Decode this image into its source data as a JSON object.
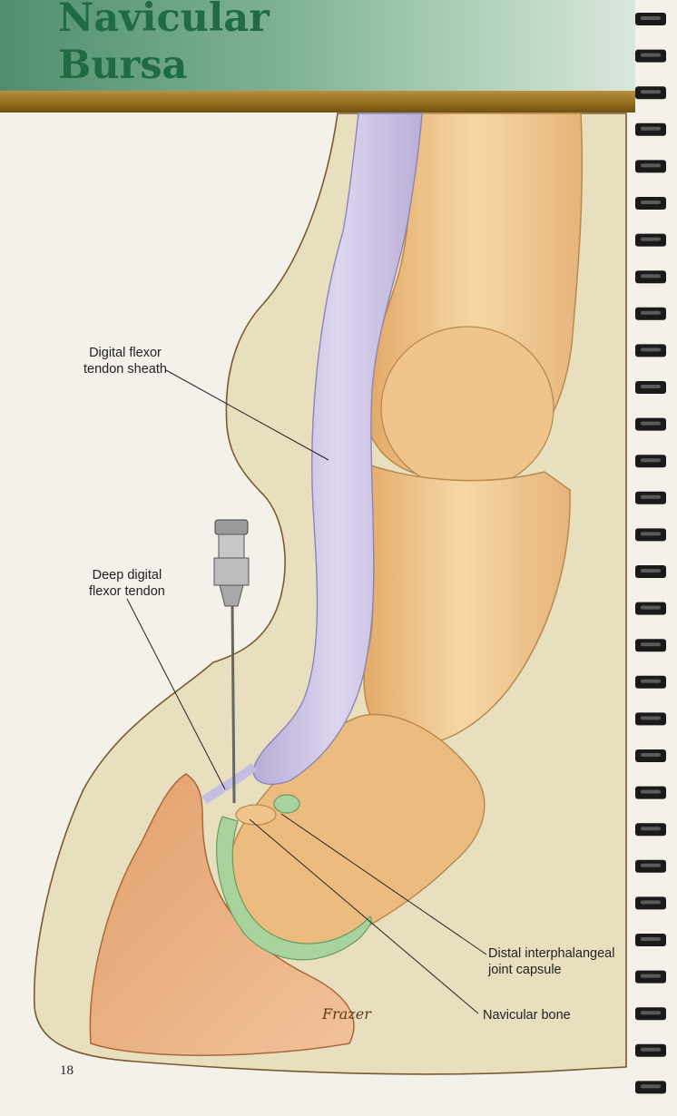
{
  "header": {
    "title_line1": "Navicular",
    "title_line2": "Bursa"
  },
  "labels": {
    "digital_flexor_tendon_sheath": "Digital flexor\ntendon sheath",
    "deep_digital_flexor_tendon": "Deep digital\nflexor tendon",
    "distal_interphalangeal_joint_capsule": "Distal interphalangeal\njoint capsule",
    "navicular_bone": "Navicular bone"
  },
  "page_number": "18",
  "signature": "Frazer",
  "colors": {
    "header_green": "#1f6b43",
    "gold_band": "#96701f",
    "skin": "#e8dfbf",
    "bone": "#efc88f",
    "tendon_sheath": "#cdc3e4",
    "joint_capsule": "#a9d39c"
  }
}
